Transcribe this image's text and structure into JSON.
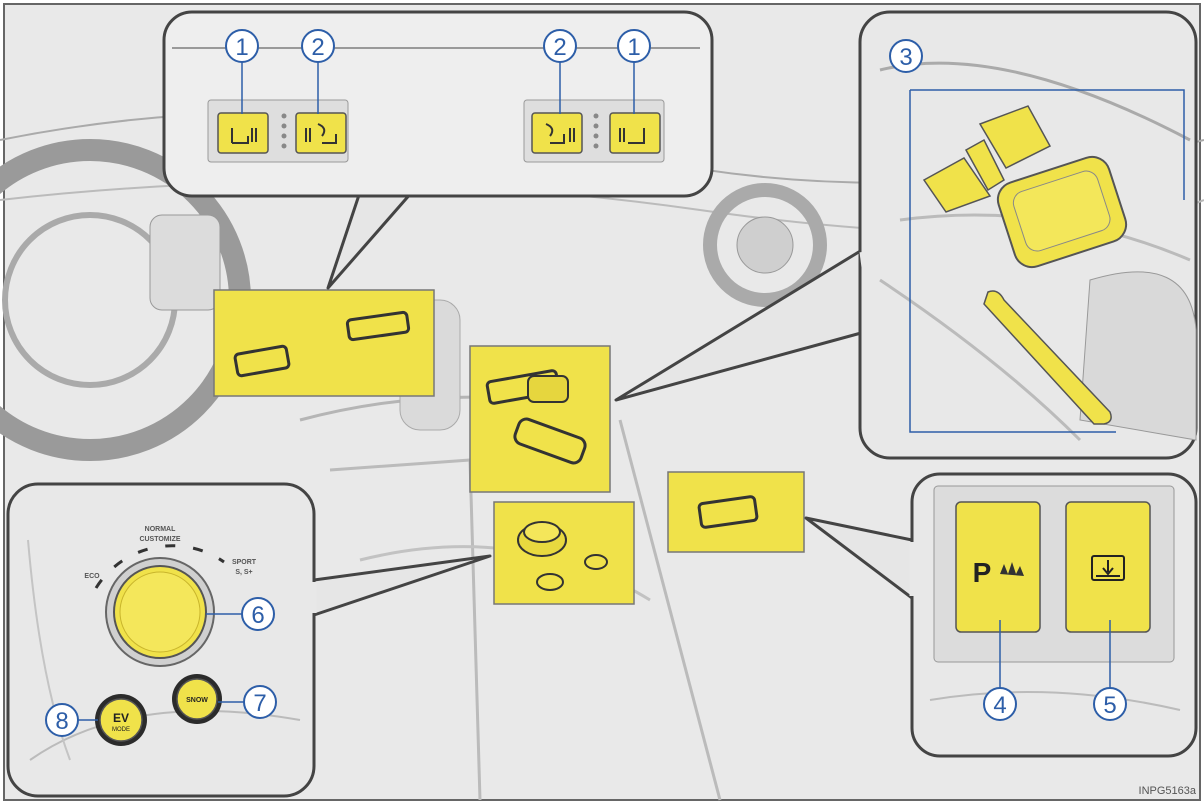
{
  "callouts": {
    "c1": "1",
    "c2": "2",
    "c3": "3",
    "c4": "4",
    "c5": "5",
    "c6": "6",
    "c7": "7",
    "c8": "8"
  },
  "dial": {
    "normal": "NORMAL",
    "customize": "CUSTOMIZE",
    "eco": "ECO",
    "sport": "SPORT",
    "sport_s": "S, S+",
    "snow": "SNOW",
    "ev_top": "EV",
    "ev_bottom": "MODE"
  },
  "image_code": "INPG5163a",
  "colors": {
    "highlight": "#f0e24a",
    "callout": "#2d5ea8",
    "panel": "#ececec"
  },
  "icons": {
    "seat_heater": "seat-heater-icon",
    "seat_ventilation": "seat-ventilation-icon",
    "parking_sensor": "parking-assist-icon",
    "rear_sunshade": "sunshade-icon"
  }
}
